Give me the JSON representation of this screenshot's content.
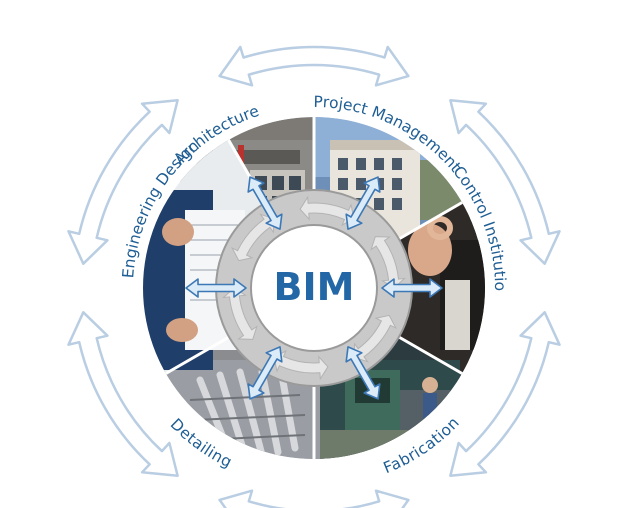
{
  "center_label": "BIM",
  "segments": [
    {
      "id": "architecture",
      "label": "Architecture"
    },
    {
      "id": "project-management",
      "label": "Project Management"
    },
    {
      "id": "control-institution",
      "label": "Control Institution"
    },
    {
      "id": "fabrication",
      "label": "Fabrication"
    },
    {
      "id": "detailing",
      "label": "Detailing"
    },
    {
      "id": "engineering-design",
      "label": "Engineering Design"
    }
  ],
  "colors": {
    "label_text": "#1f5e94",
    "bim_text": "#2467a6",
    "outer_arrow_stroke": "#b9cde3",
    "outer_arrow_fill": "#ffffff",
    "inner_arrow_fill": "#dcebf8",
    "inner_arrow_stroke": "#3c78b5",
    "ring_fill": "#c9c9c9",
    "ring_stroke": "#9a9a9a",
    "ring_arrow_fill": "#e6e6e6",
    "center_fill": "#ffffff",
    "photo_bg": "#4a4a4a"
  }
}
